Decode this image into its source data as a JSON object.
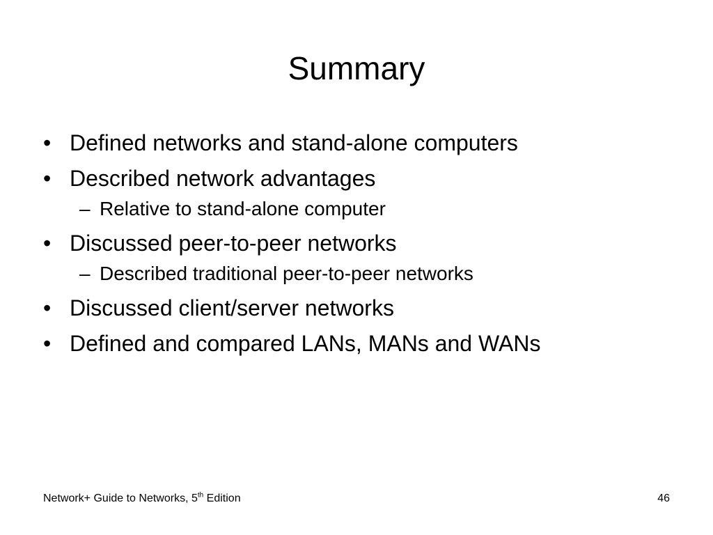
{
  "slide": {
    "title": "Summary",
    "bullet_mark": "•",
    "sub_mark": "–",
    "items": [
      {
        "level": 1,
        "text": "Defined networks and stand-alone computers"
      },
      {
        "level": 1,
        "text": "Described network advantages"
      },
      {
        "level": 2,
        "text": "Relative to stand-alone computer"
      },
      {
        "level": 1,
        "text": "Discussed peer-to-peer networks"
      },
      {
        "level": 2,
        "text": "Described traditional peer-to-peer networks"
      },
      {
        "level": 1,
        "text": "Discussed client/server networks"
      },
      {
        "level": 1,
        "text": "Defined and compared LANs, MANs and WANs"
      }
    ]
  },
  "footer": {
    "book_prefix": "Network+ Guide to Networks, 5",
    "book_sup": "th",
    "book_suffix": " Edition",
    "page_number": "46"
  }
}
